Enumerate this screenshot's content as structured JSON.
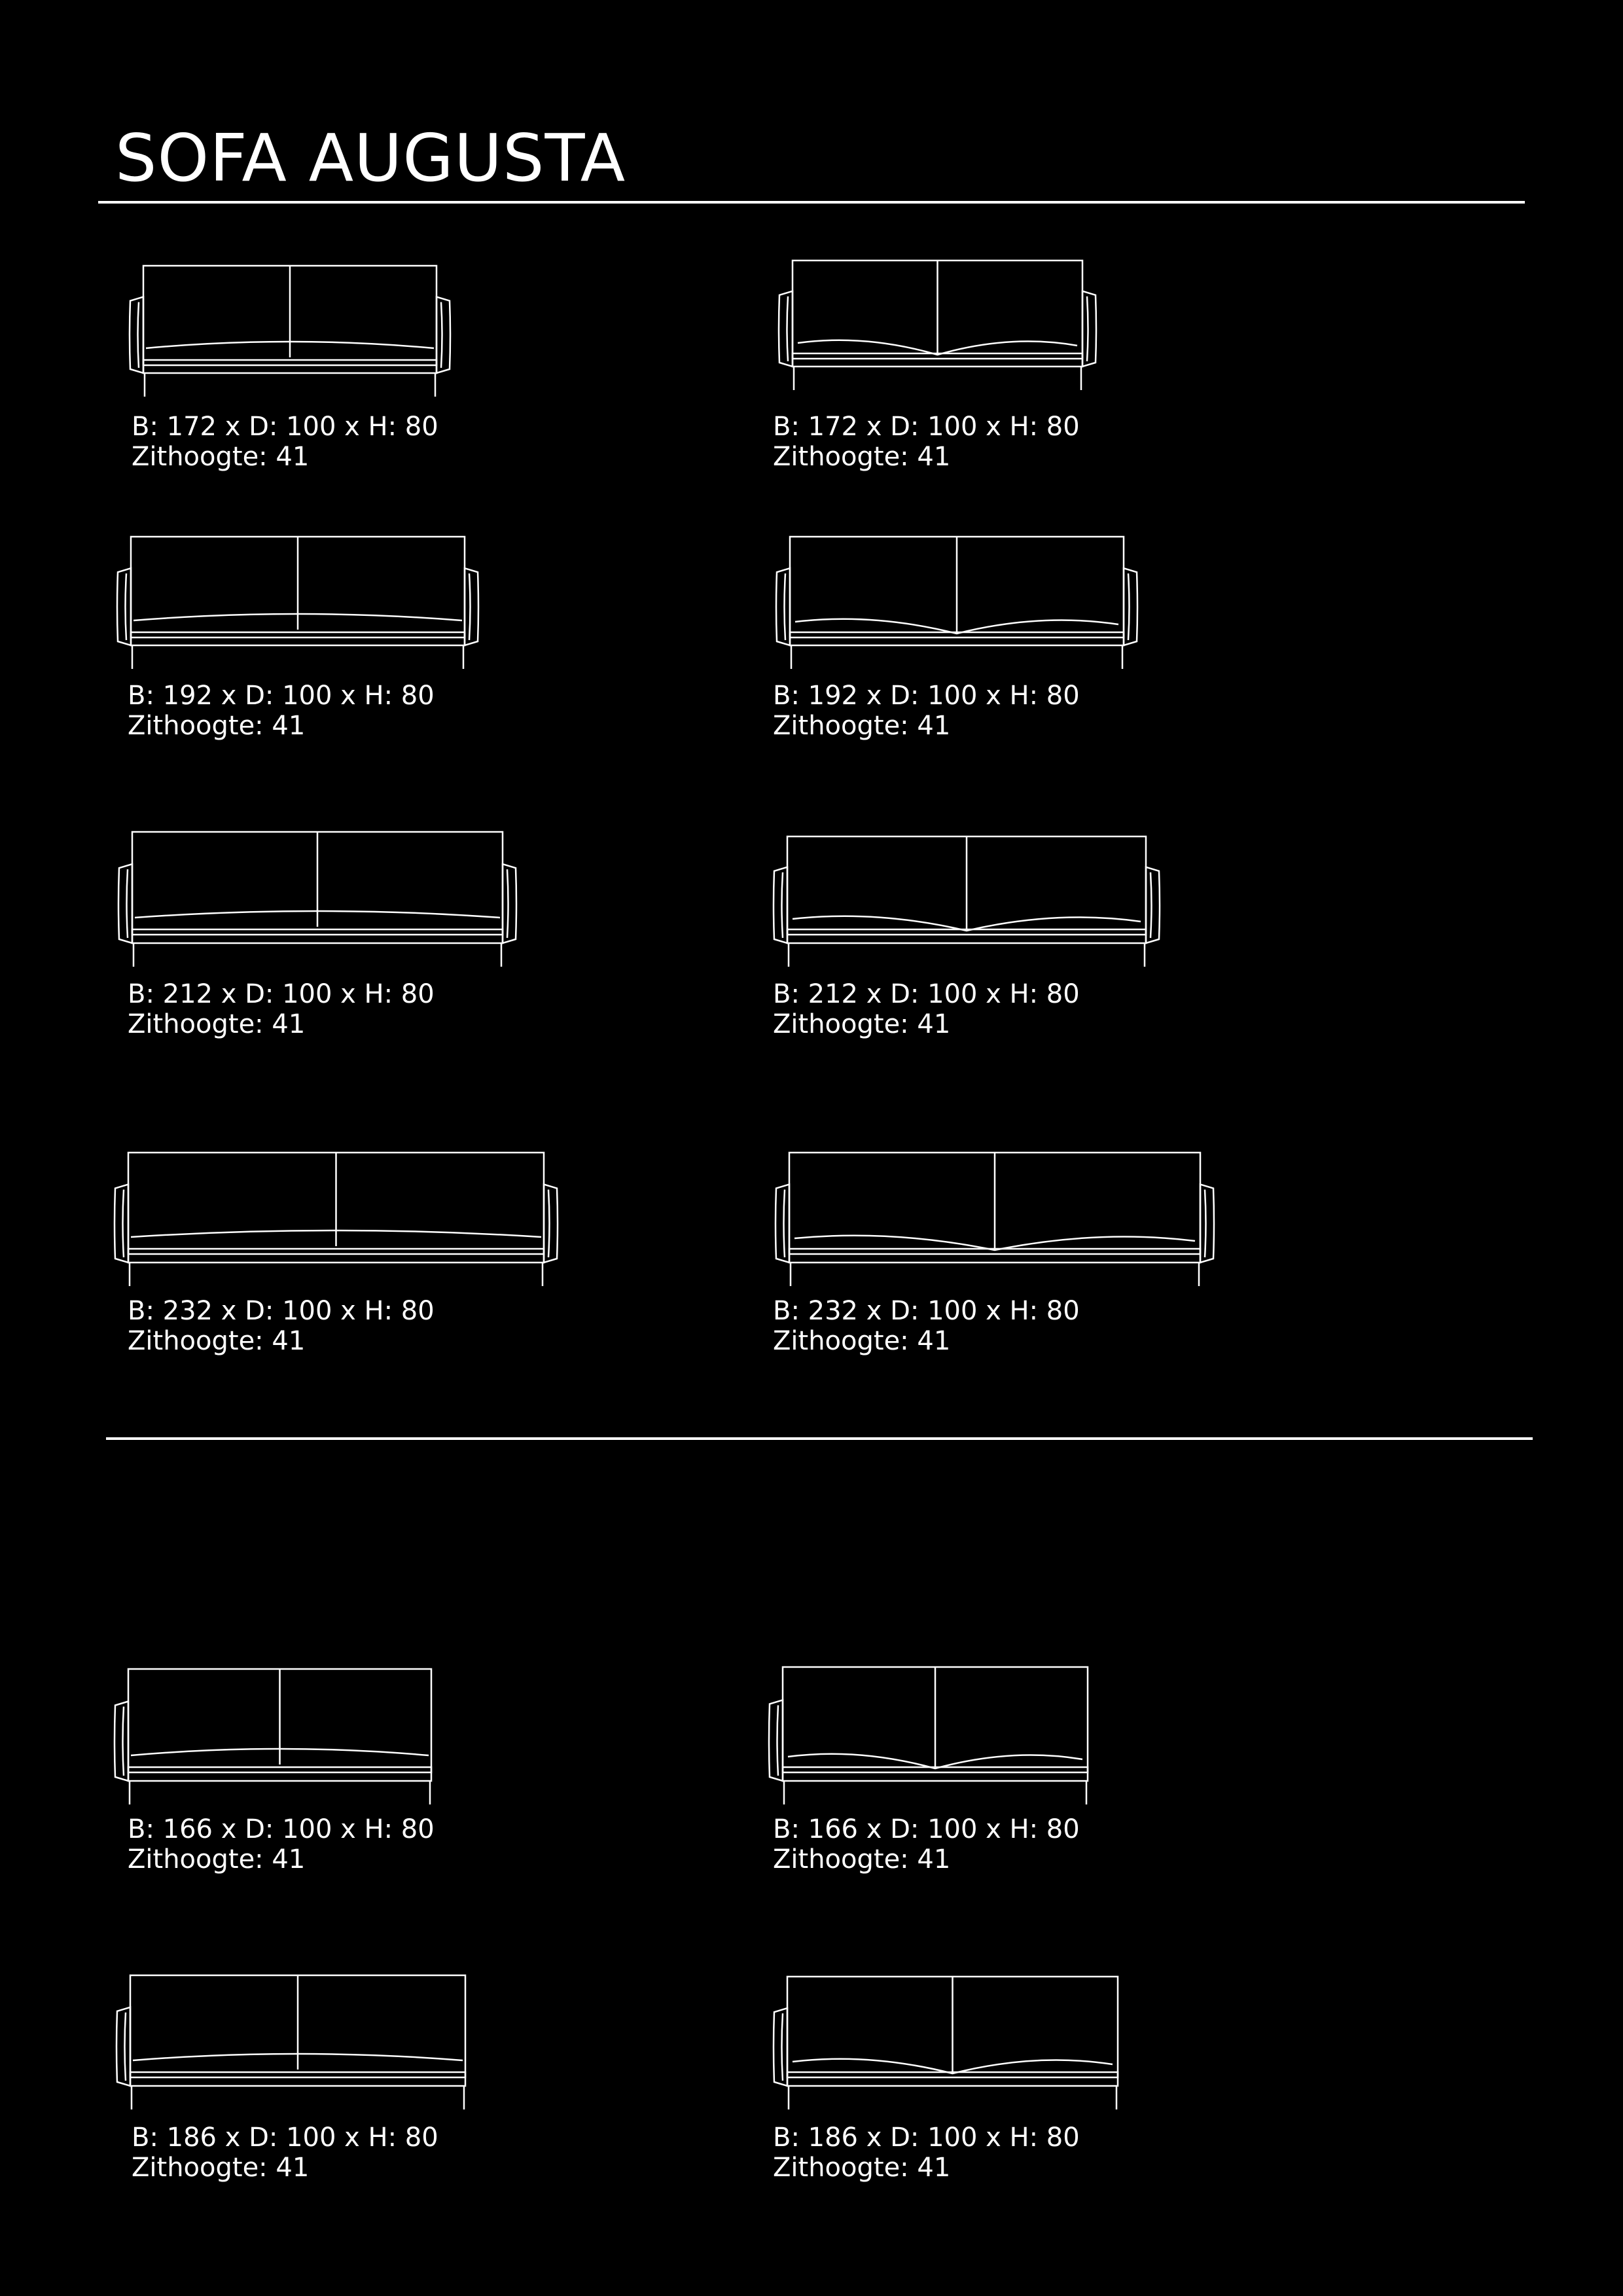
{
  "title": "SOFA AUGUSTA",
  "colors": {
    "background": "#000000",
    "line": "#ffffff",
    "text": "#ffffff"
  },
  "variants": [
    {
      "arms": "straight",
      "dims": "B: 172 x D: 100 x H: 80",
      "seat": "Zithoogte: 41"
    },
    {
      "arms": "wave",
      "dims": "B: 172 x D: 100 x H: 80",
      "seat": "Zithoogte: 41"
    },
    {
      "arms": "straight",
      "dims": "B: 192 x D: 100 x H: 80",
      "seat": "Zithoogte: 41"
    },
    {
      "arms": "wave",
      "dims": "B: 192 x D: 100 x H: 80",
      "seat": "Zithoogte: 41"
    },
    {
      "arms": "straight",
      "dims": "B: 212 x D: 100 x H: 80",
      "seat": "Zithoogte: 41"
    },
    {
      "arms": "wave",
      "dims": "B: 212 x D: 100 x H: 80",
      "seat": "Zithoogte: 41"
    },
    {
      "arms": "straight",
      "dims": "B: 232 x D: 100 x H: 80",
      "seat": "Zithoogte: 41"
    },
    {
      "arms": "wave",
      "dims": "B: 232 x D: 100 x H: 80",
      "seat": "Zithoogte: 41"
    },
    {
      "arms": "left-only-straight",
      "dims": "B: 166 x D: 100 x H: 80",
      "seat": "Zithoogte: 41"
    },
    {
      "arms": "left-only-wave",
      "dims": "B: 166 x D: 100 x H: 80",
      "seat": "Zithoogte: 41"
    },
    {
      "arms": "left-only-straight",
      "dims": "B: 186 x D: 100 x H: 80",
      "seat": "Zithoogte: 41"
    },
    {
      "arms": "left-only-wave",
      "dims": "B: 186 x D: 100 x H: 80",
      "seat": "Zithoogte: 41"
    }
  ]
}
